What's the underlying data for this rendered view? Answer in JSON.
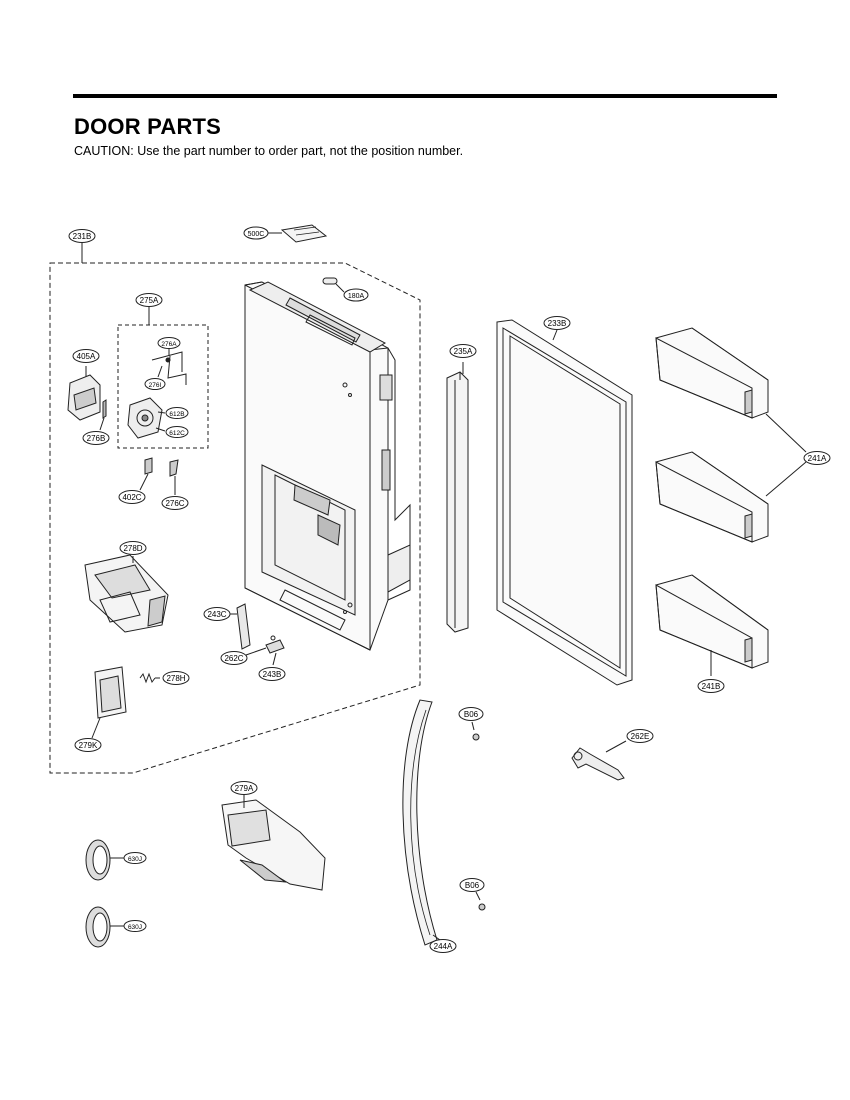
{
  "header": {
    "title": "DOOR PARTS",
    "caution": "CAUTION: Use the part number to order part, not the position number."
  },
  "callouts": {
    "c231B": "231B",
    "c500C": "500C",
    "c180A": "180A",
    "c275A": "275A",
    "c276A": "276A",
    "c276I": "276I",
    "c612B": "612B",
    "c612C": "612C",
    "c405A": "405A",
    "c276B": "276B",
    "c402C": "402C",
    "c276C": "276C",
    "c278D": "278D",
    "c243C": "243C",
    "c262C": "262C",
    "c243B": "243B",
    "c278H": "278H",
    "c279K": "279K",
    "c235A": "235A",
    "c233B": "233B",
    "c241A": "241A",
    "c241B": "241B",
    "cB06a": "B06",
    "c262E": "262E",
    "c279A": "279A",
    "c630Ja": "630J",
    "c630Jb": "630J",
    "cB06b": "B06",
    "c244A": "244A"
  }
}
